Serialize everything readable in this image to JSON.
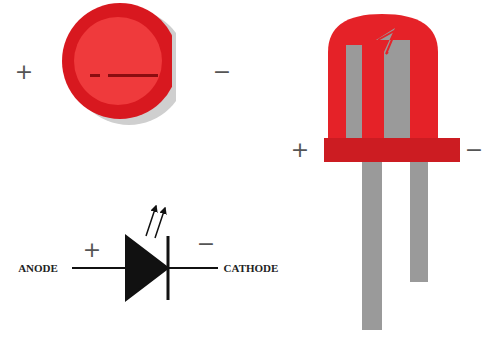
{
  "diagram": {
    "labels": [
      "+",
      "−",
      "+",
      "−",
      "ANODE",
      "+",
      "−",
      "CATHODE"
    ]
  }
}
